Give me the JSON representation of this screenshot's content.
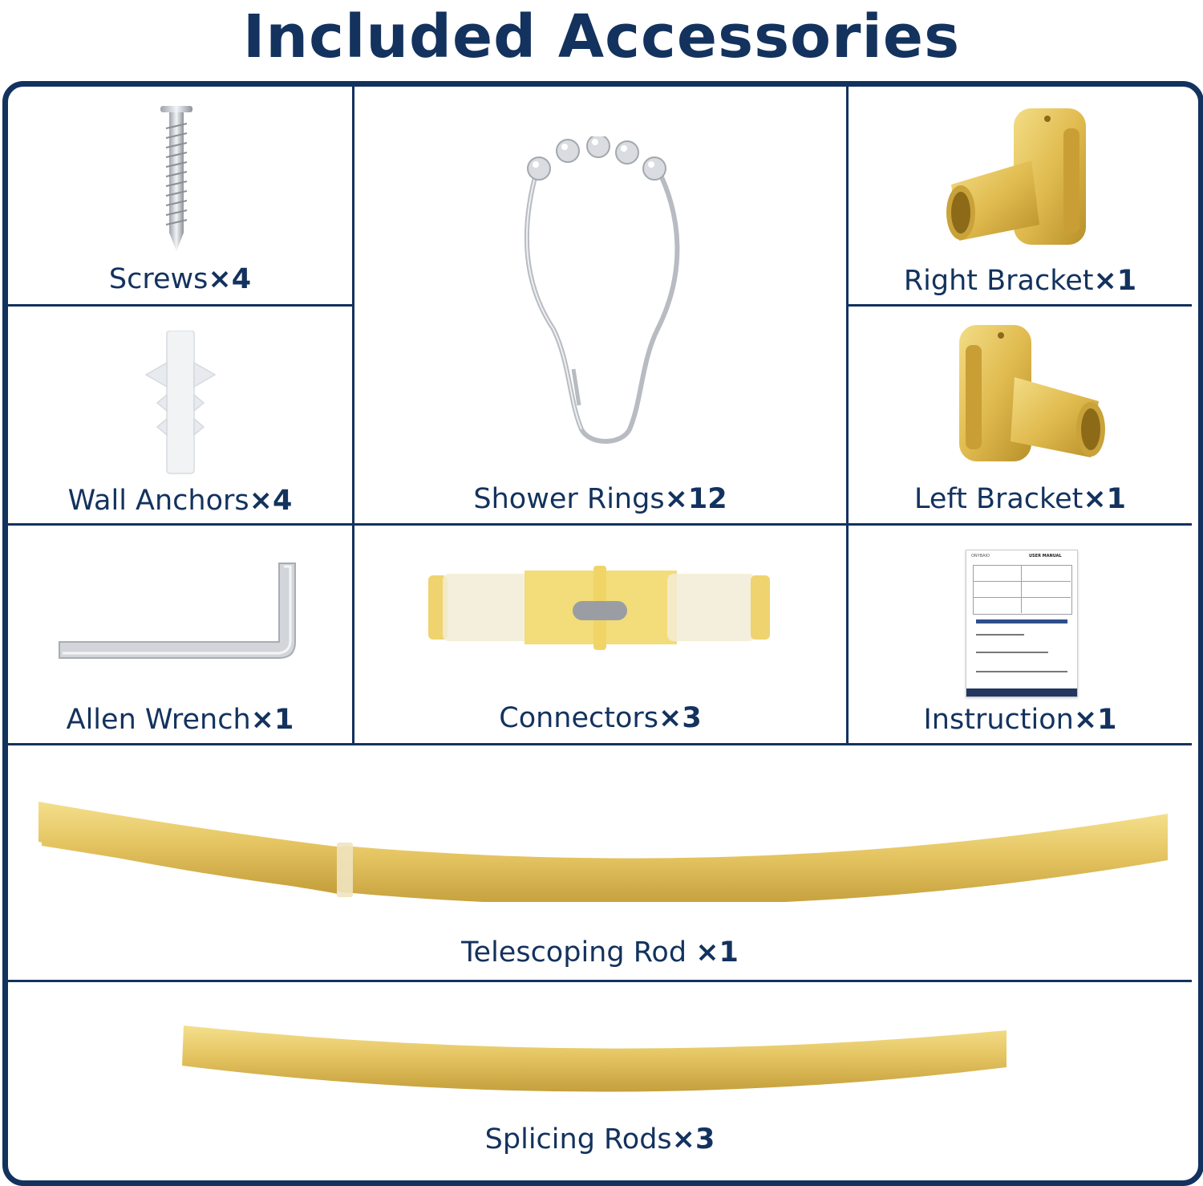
{
  "title": "Included Accessories",
  "colors": {
    "navy": "#13325e",
    "gold": "#e3c45f",
    "silver": "#c9ccd1",
    "connector_yellow": "#f3dc7a"
  },
  "items": [
    {
      "name": "Screws",
      "qty": "×4",
      "icon": "screw-icon"
    },
    {
      "name": "Shower Rings",
      "qty": "×12",
      "icon": "shower-ring-icon"
    },
    {
      "name": "Right Bracket",
      "qty": "×1",
      "icon": "right-bracket-icon"
    },
    {
      "name": "Wall Anchors",
      "qty": "×4",
      "icon": "wall-anchor-icon"
    },
    {
      "name": "Left Bracket",
      "qty": "×1",
      "icon": "left-bracket-icon"
    },
    {
      "name": "Allen Wrench",
      "qty": "×1",
      "icon": "allen-wrench-icon"
    },
    {
      "name": "Connectors",
      "qty": "×3",
      "icon": "connector-icon"
    },
    {
      "name": "Instruction",
      "qty": "×1",
      "icon": "instruction-manual-icon"
    },
    {
      "name": "Telescoping Rod ",
      "qty": "×1",
      "icon": "telescoping-rod-icon"
    },
    {
      "name": "Splicing Rods",
      "qty": "×3",
      "icon": "splicing-rod-icon"
    }
  ],
  "manual": {
    "brand": "ONYBAIO",
    "heading": "USER MANUAL"
  }
}
